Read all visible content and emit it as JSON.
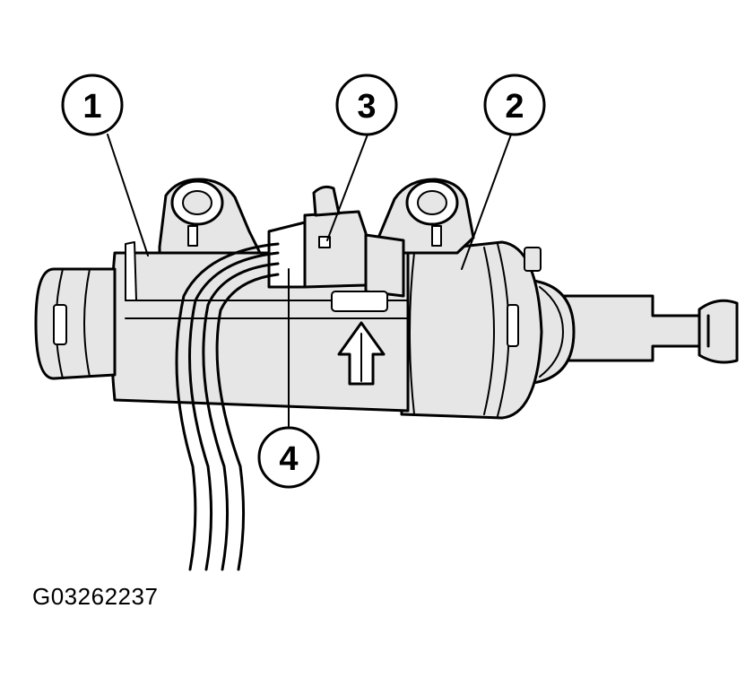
{
  "figure": {
    "id_label": "G03262237"
  },
  "callouts": [
    {
      "label": "1"
    },
    {
      "label": "2"
    },
    {
      "label": "3"
    },
    {
      "label": "4"
    }
  ],
  "colors": {
    "line": "#000000",
    "body_fill": "#e6e6e6",
    "background": "#ffffff"
  },
  "icons": {
    "direction_arrow": "up-arrow-icon"
  }
}
